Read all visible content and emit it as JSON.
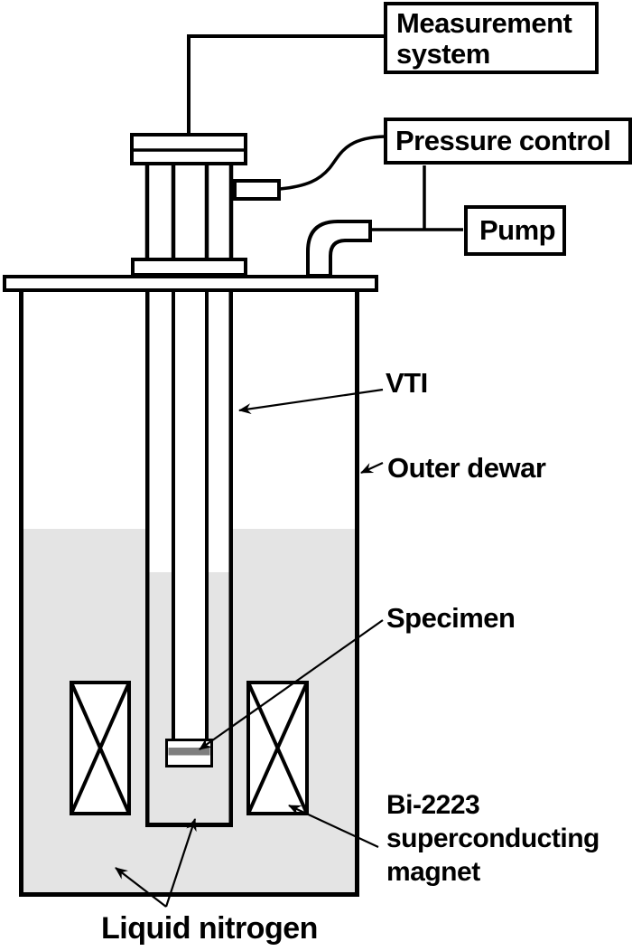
{
  "title": "Cryostat experimental setup diagram",
  "boxes": {
    "measurement_system": "Measurement\nsystem",
    "pressure_control": "Pressure control",
    "pump": "Pump"
  },
  "labels": {
    "vti": "VTI",
    "outer_dewar": "Outer dewar",
    "specimen": "Specimen",
    "superconducting_magnet": "Bi-2223\nsuperconducting\nmagnet",
    "liquid_nitrogen": "Liquid nitrogen"
  },
  "colors": {
    "line": "#000000",
    "liquid_nitrogen_fill": "#e4e4e4",
    "specimen_fill": "#7f7f7f",
    "background": "#ffffff"
  }
}
